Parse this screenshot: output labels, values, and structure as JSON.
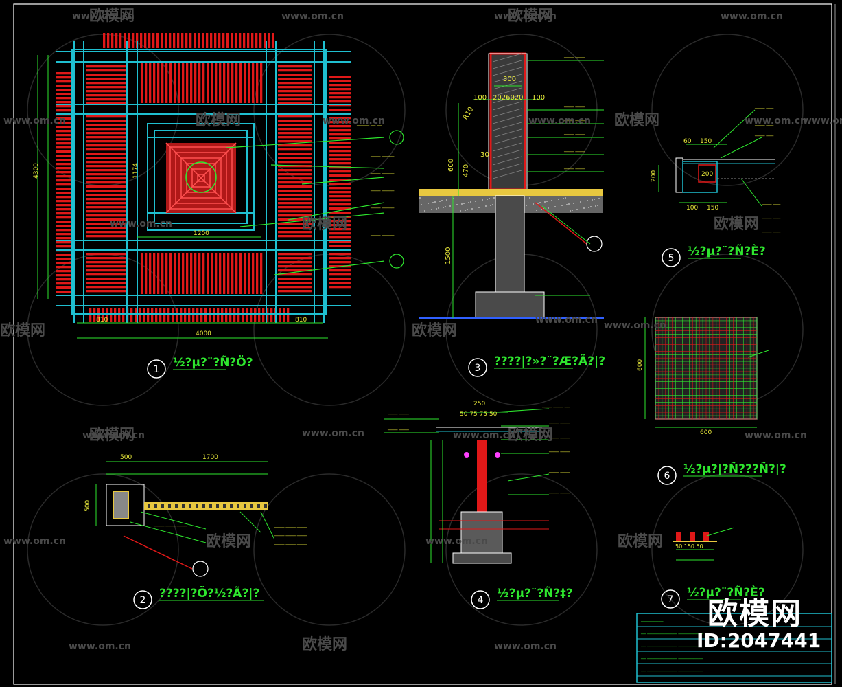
{
  "watermark": {
    "site": "www.om.cn",
    "brand": "欧模网",
    "id": "ID:2047441"
  },
  "details": [
    {
      "num": "1",
      "caption": "½?µ?¨?Ñ?Ö?"
    },
    {
      "num": "2",
      "caption": "????|?Ö?½?Ã?|?"
    },
    {
      "num": "3",
      "caption": "????|?»?¨?Æ?Ã?|?"
    },
    {
      "num": "4",
      "caption": "½?µ?¨?Ñ?‡?"
    },
    {
      "num": "5",
      "caption": "½?µ?¨?Ñ?È?"
    },
    {
      "num": "6",
      "caption": "½?µ?|?Ñ???Ñ?|?"
    },
    {
      "num": "7",
      "caption": "½?µ?¨?Ñ?È?"
    }
  ],
  "dims": {
    "d1_top": "810",
    "d1_mid": "1200",
    "d1_bot": "4000",
    "d1_side": "4300",
    "d1_side2": "1174",
    "d3_top": "300",
    "d3_a": "100",
    "d3_b": "2026020",
    "d3_c": "100",
    "d3_600": "600",
    "d3_470": "470",
    "d3_30": "30",
    "d3_1500": "1500",
    "d3_r": "R10",
    "d2_500": "500",
    "d2_1700": "1700",
    "d4_250": "250",
    "d4_seg": "50 75 75 50",
    "d5_200": "200",
    "d5_150": "150",
    "d5_100": "100",
    "d5_60": "60",
    "d6_600a": "600",
    "d6_600b": "600",
    "d7_seg": "50 150 50"
  },
  "colors": {
    "cyan": "#1fbfd0",
    "red": "#e01818",
    "green": "#2ee62e",
    "yellow": "#e8e83a",
    "white": "#ffffff"
  }
}
